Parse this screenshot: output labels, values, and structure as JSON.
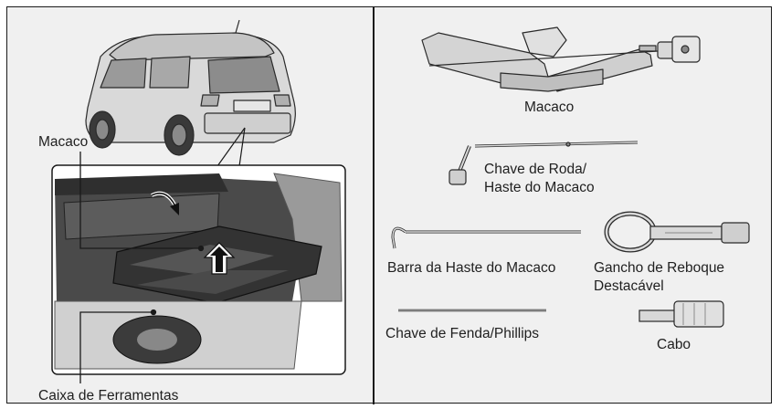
{
  "left_panel": {
    "label_jack": "Macaco",
    "label_toolbox": "Caixa de Ferramentas"
  },
  "right_panel": {
    "label_jack": "Macaco",
    "label_wheel_wrench_line1": "Chave de Roda/",
    "label_wheel_wrench_line2": "Haste do Macaco",
    "label_jack_bar": "Barra da Haste do Macaco",
    "label_tow_hook_line1": "Gancho de Reboque",
    "label_tow_hook_line2": "Destacável",
    "label_screwdriver": "Chave de Fenda/Phillips",
    "label_handle": "Cabo"
  }
}
